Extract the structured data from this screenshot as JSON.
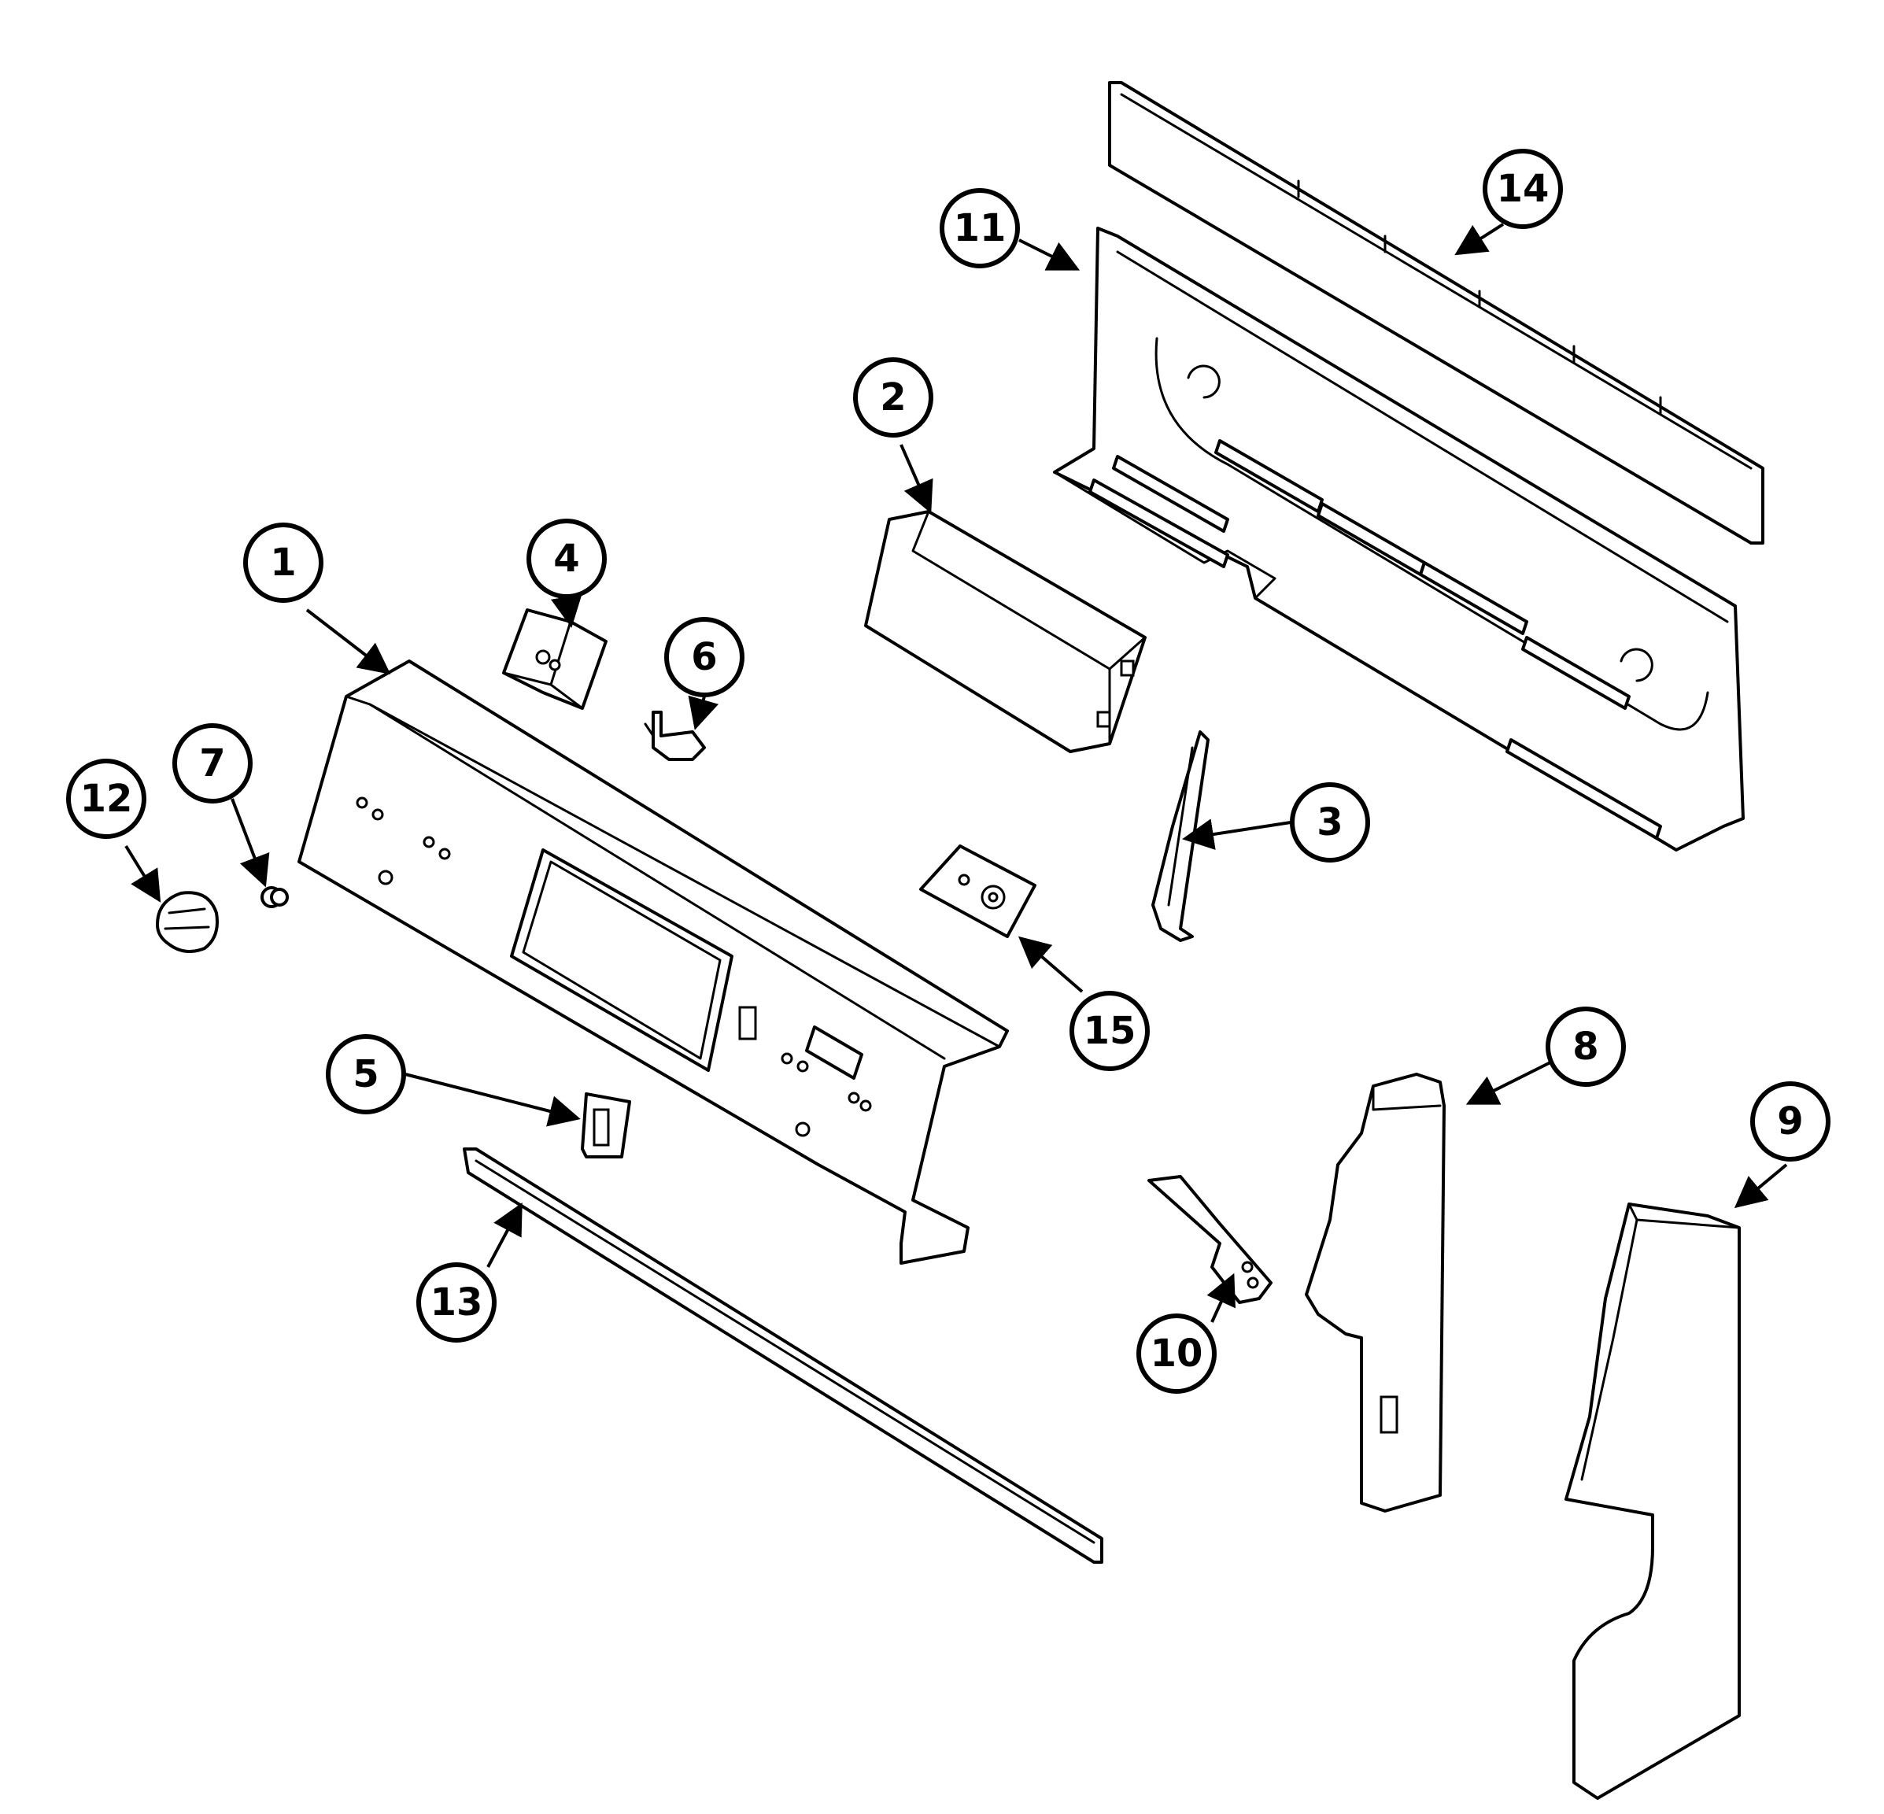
{
  "diagram": {
    "callouts": [
      {
        "number": "1"
      },
      {
        "number": "2"
      },
      {
        "number": "3"
      },
      {
        "number": "4"
      },
      {
        "number": "5"
      },
      {
        "number": "6"
      },
      {
        "number": "7"
      },
      {
        "number": "8"
      },
      {
        "number": "9"
      },
      {
        "number": "10"
      },
      {
        "number": "11"
      },
      {
        "number": "12"
      },
      {
        "number": "13"
      },
      {
        "number": "14"
      },
      {
        "number": "15"
      }
    ]
  },
  "colors": {
    "line": "#000000",
    "background": "#ffffff"
  }
}
